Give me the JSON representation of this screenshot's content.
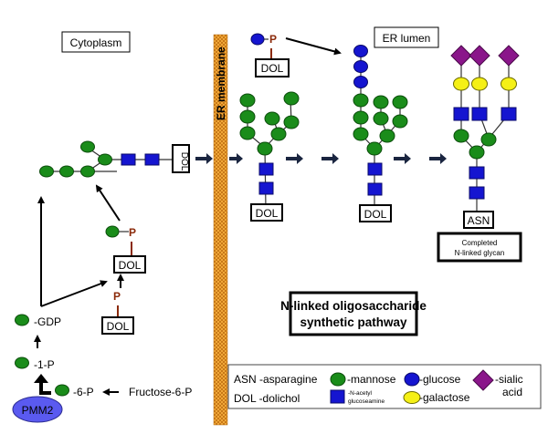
{
  "labels": {
    "cytoplasm": "Cytoplasm",
    "er_lumen": "ER lumen",
    "er_membrane": "ER membrane",
    "dol": "DOL",
    "asn": "ASN",
    "p": "P",
    "gdp": "-GDP",
    "one_p": "-1-P",
    "six_p": "-6-P",
    "fructose": "Fructose-6-P",
    "pmm2": "PMM2",
    "completed_line1": "Completed",
    "completed_line2": "N-linked glycan"
  },
  "title": {
    "line1": "N-linked oligosaccharide",
    "line2": "synthetic pathway"
  },
  "legend": {
    "asn": "ASN -asparagine",
    "dol": "DOL -dolichol",
    "mannose": "-mannose",
    "nacetyl_line1": "-N-acetyl",
    "nacetyl_line2": "glucoseamine",
    "glucose": "-glucose",
    "galactose": "-galactose",
    "sialic_line1": "-sialic",
    "sialic_line2": "acid"
  },
  "colors": {
    "mannose": "#1a8c1a",
    "glucose": "#1515d0",
    "nacetylglucosamine": "#1515d0",
    "galactose": "#f5f016",
    "sialic_acid": "#8a168a",
    "membrane": "#e8a040",
    "pmm2": "#5a5af0",
    "phosphate": "#8b2a0a"
  }
}
